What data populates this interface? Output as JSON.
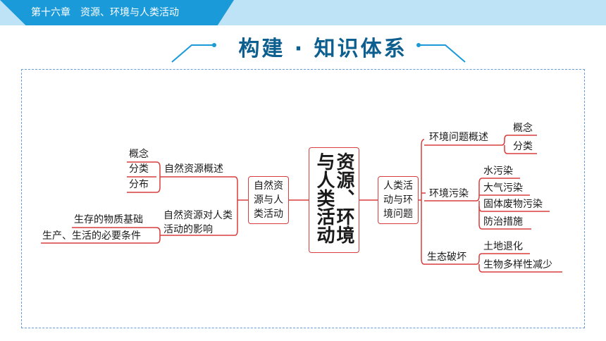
{
  "header": {
    "chapter": "第十六章　资源、环境与人类活动"
  },
  "section_title": "构建 · 知识体系",
  "center": "资源、环境与人类活动",
  "left_branch": {
    "box": "自然资源与人类活动",
    "node1": {
      "label": "自然资源概述",
      "items": [
        "概念",
        "分类",
        "分布"
      ]
    },
    "node2": {
      "label": "自然资源对人类活动的影响",
      "items": [
        "生存的物质基础",
        "生产、生活的必要条件"
      ]
    }
  },
  "right_branch": {
    "box": "人类活动与环境问题",
    "node1": {
      "label": "环境问题概述",
      "items": [
        "概念",
        "分类"
      ]
    },
    "node2": {
      "label": "环境污染",
      "items": [
        "水污染",
        "大气污染",
        "固体废物污染",
        "防治措施"
      ]
    },
    "node3": {
      "label": "生态破坏",
      "items": [
        "土地退化",
        "生物多样性减少"
      ]
    }
  },
  "colors": {
    "accent_blue": "#1a9ad8",
    "line_red": "#d93d3d",
    "title_blue": "#0d5f8f"
  }
}
